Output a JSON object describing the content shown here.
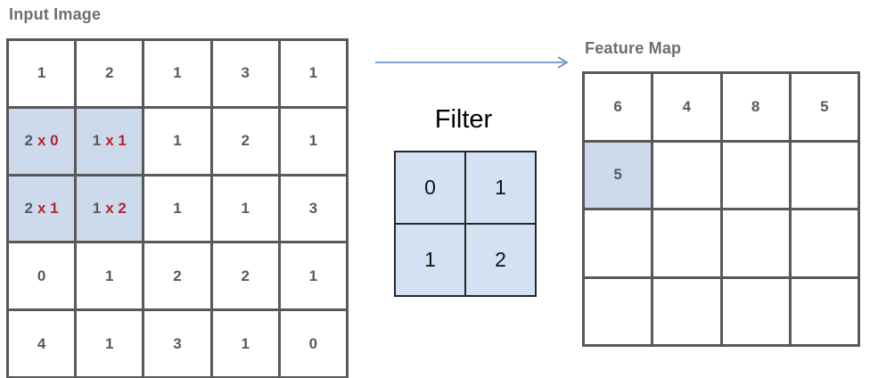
{
  "input_image": {
    "label": "Input Image",
    "multiply_symbol": "x",
    "grid": [
      [
        "1",
        "2",
        "1",
        "3",
        "1"
      ],
      [
        {
          "value": "2",
          "filter": "0"
        },
        {
          "value": "1",
          "filter": "1"
        },
        "1",
        "2",
        "1"
      ],
      [
        {
          "value": "2",
          "filter": "1"
        },
        {
          "value": "1",
          "filter": "2"
        },
        "1",
        "1",
        "3"
      ],
      [
        "0",
        "1",
        "2",
        "2",
        "1"
      ],
      [
        "4",
        "1",
        "3",
        "1",
        "0"
      ]
    ]
  },
  "filter": {
    "label": "Filter",
    "grid": [
      [
        "0",
        "1"
      ],
      [
        "1",
        "2"
      ]
    ]
  },
  "feature_map": {
    "label": "Feature Map",
    "grid": [
      [
        "6",
        "4",
        "8",
        "5"
      ],
      [
        {
          "value": "5",
          "highlight": true
        },
        "",
        "",
        ""
      ],
      [
        "",
        "",
        "",
        ""
      ],
      [
        "",
        "",
        "",
        ""
      ]
    ]
  },
  "colors": {
    "grid_border_gray": "#595959",
    "cell_text_gray": "#595959",
    "label_gray": "#6e6e6e",
    "highlight_blue_input": "#ccdaeb",
    "highlight_blue_feature": "#c9daee",
    "filter_cell_blue": "#d3e2f2",
    "filter_border_black": "#262626",
    "multiply_red": "#b6232e",
    "arrow_blue": "#4f81bd"
  }
}
